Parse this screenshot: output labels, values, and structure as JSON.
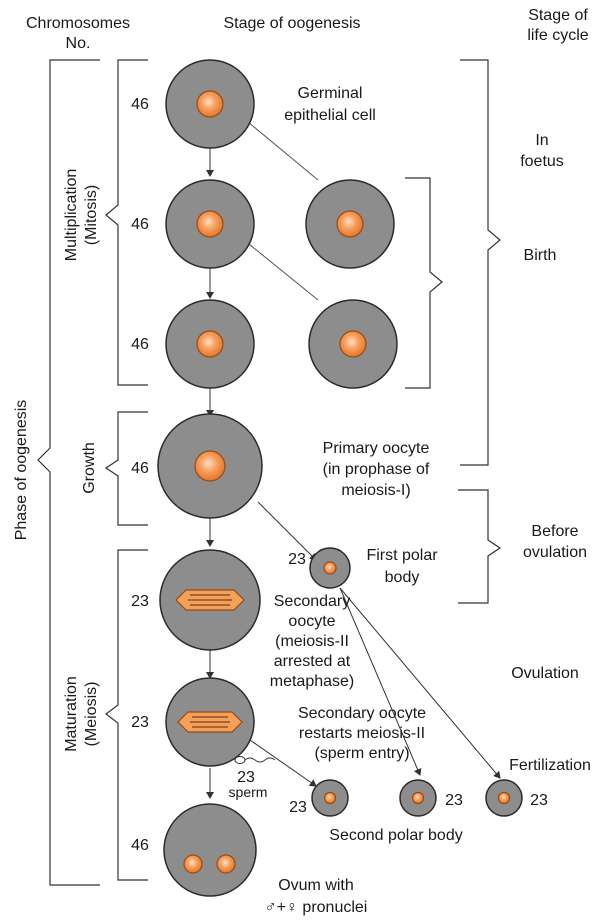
{
  "headers": {
    "chromosomes": [
      "Chromosomes",
      "No."
    ],
    "stage_of_oogenesis": "Stage of oogenesis",
    "stage_of_life_cycle": [
      "Stage of",
      "life cycle"
    ]
  },
  "phases": {
    "phase_of_oogenesis": "Phase of oogenesis",
    "multiplication": [
      "Multiplication",
      "(Mitosis)"
    ],
    "growth": "Growth",
    "maturation": [
      "Maturation",
      "(Meiosis)"
    ]
  },
  "chromosome_counts": {
    "row1": "46",
    "row2": "46",
    "row3": "46",
    "row4": "46",
    "row5": "23",
    "row6": "23",
    "row7": "46",
    "first_polar": "23",
    "second_polar_1": "23",
    "second_polar_2": "23",
    "second_polar_3": "23",
    "sperm_count": "23"
  },
  "cell_labels": {
    "germinal": [
      "Germinal",
      "epithelial cell"
    ],
    "primary_oocyte": [
      "Primary oocyte",
      "(in prophase of",
      "meiosis-I)"
    ],
    "first_polar_body": [
      "First polar",
      "body"
    ],
    "secondary_oocyte": [
      "Secondary",
      "oocyte",
      "(meiosis-II",
      "arrested at",
      "metaphase)"
    ],
    "secondary_restarts": [
      "Secondary oocyte",
      "restarts meiosis-II",
      "(sperm entry)"
    ],
    "sperm": "sperm",
    "second_polar_body": "Second polar body",
    "ovum": [
      "Ovum with",
      "♂+♀ pronuclei"
    ]
  },
  "life_cycle": {
    "in_foetus": [
      "In",
      "foetus"
    ],
    "birth": "Birth",
    "before_ovulation": [
      "Before",
      "ovulation"
    ],
    "ovulation": "Ovulation",
    "fertilization": "Fertilization"
  },
  "colors": {
    "cell_fill": "#8d8d8d",
    "nucleus_fill": "#f08a3c",
    "spindle_fill": "#f5a05a"
  }
}
